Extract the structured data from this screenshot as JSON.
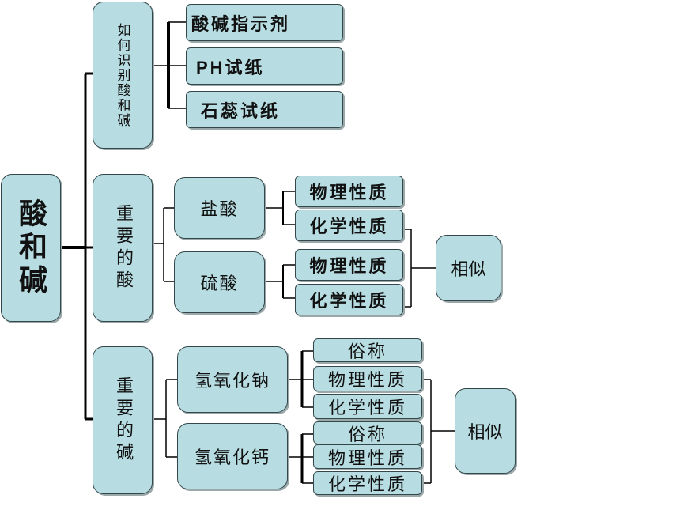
{
  "root": "酸和碱",
  "identify": {
    "label": "如何识别酸和碱",
    "items": [
      "酸碱指示剂",
      "PH试纸",
      "石蕊试纸"
    ]
  },
  "acids": {
    "label": "重要的酸",
    "hcl": {
      "label": "盐酸",
      "props": [
        "物理性质",
        "化学性质"
      ]
    },
    "h2so4": {
      "label": "硫酸",
      "props": [
        "物理性质",
        "化学性质"
      ]
    },
    "similar": "相似"
  },
  "bases": {
    "label": "重要的碱",
    "naoh": {
      "label": "氢氧化钠",
      "props": [
        "俗称",
        "物理性质",
        "化学性质"
      ]
    },
    "caoh2": {
      "label": "氢氧化钙",
      "props": [
        "俗称",
        "物理性质",
        "化学性质"
      ]
    },
    "similar": "相似"
  }
}
